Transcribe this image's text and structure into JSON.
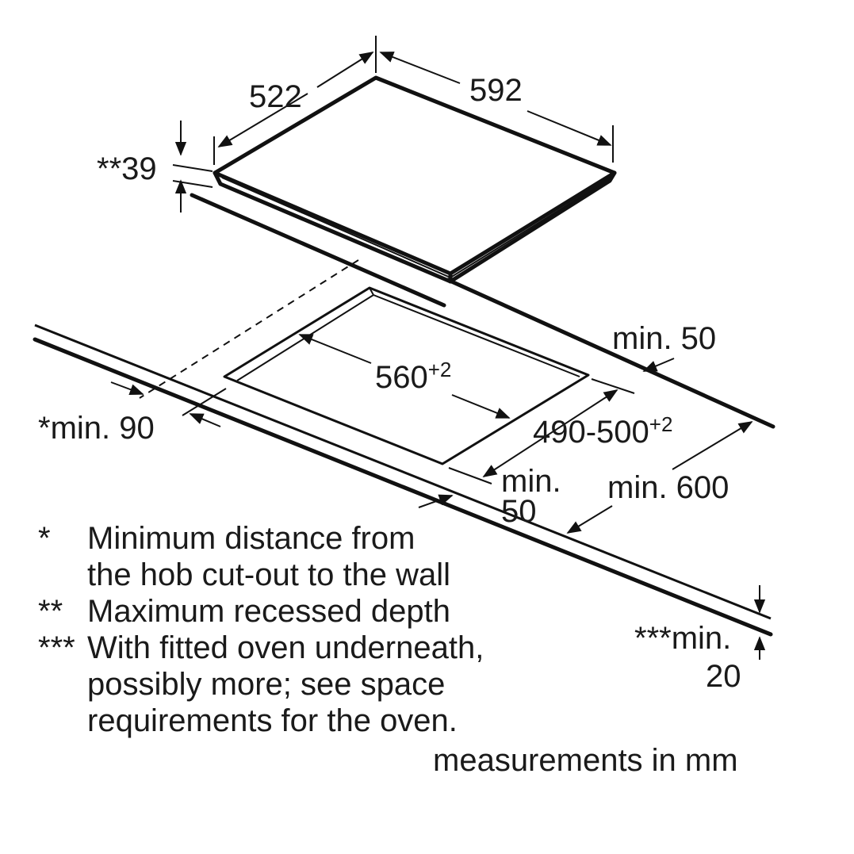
{
  "dimensions": {
    "hob_depth": "522",
    "hob_width": "592",
    "recessed_depth": "**39",
    "cutout_width": "560",
    "cutout_width_tol": "+2",
    "cutout_depth": "490-500",
    "cutout_depth_tol": "+2",
    "min_rear": "min. 50",
    "min_wall": "*min. 90",
    "min_front_line1": "min.",
    "min_front_line2": "50",
    "min_worktop_depth": "min. 600",
    "min_worktop_thickness_line1": "***min.",
    "min_worktop_thickness_line2": "20"
  },
  "notes": [
    {
      "marker": "*",
      "lines": [
        "Minimum distance from",
        "the hob cut-out to the wall"
      ]
    },
    {
      "marker": "**",
      "lines": [
        "Maximum recessed depth"
      ]
    },
    {
      "marker": "***",
      "lines": [
        "With fitted oven underneath,",
        "possibly more; see space",
        "requirements for the oven."
      ]
    }
  ],
  "units_note": "measurements in mm"
}
